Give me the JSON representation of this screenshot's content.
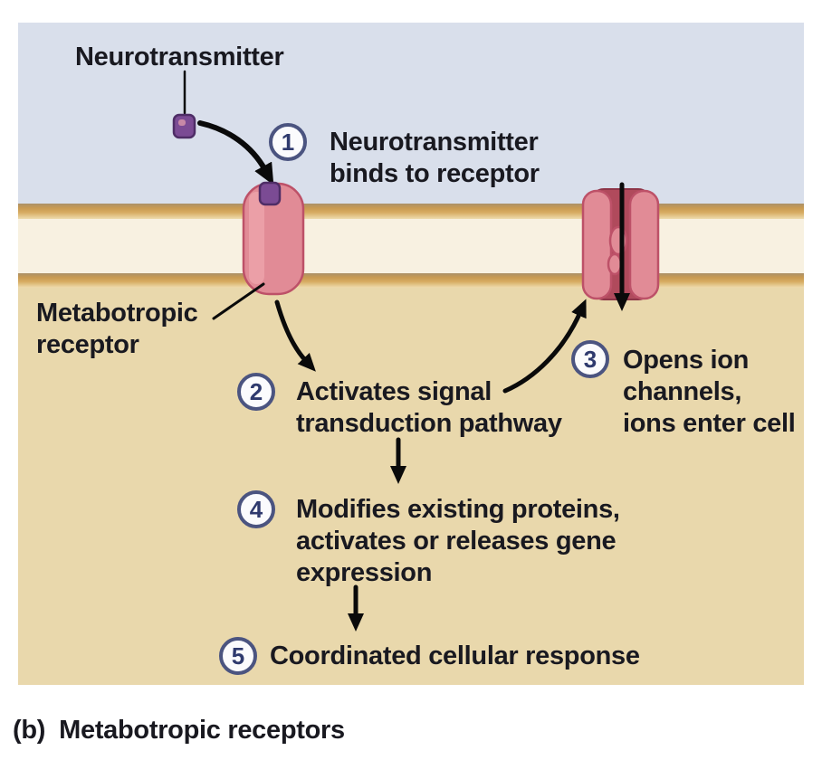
{
  "figure": {
    "caption": {
      "prefix": "(b)",
      "title": "Metabotropic receptors"
    }
  },
  "labels": {
    "neurotransmitter": "Neurotransmitter",
    "receptor": "Metabotropic\nreceptor"
  },
  "steps": [
    {
      "num": "1",
      "text": "Neurotransmitter\nbinds to receptor"
    },
    {
      "num": "2",
      "text": "Activates signal\ntransduction pathway"
    },
    {
      "num": "3",
      "text": "Opens ion\nchannels,\nions enter cell"
    },
    {
      "num": "4",
      "text": "Modifies existing proteins,\nactivates or releases gene\nexpression"
    },
    {
      "num": "5",
      "text": "Coordinated cellular response"
    }
  ],
  "icons": {
    "neurotransmitter_molecule": "purple-rounded-square",
    "metabotropic_receptor": "pink-capsule-spanning-membrane",
    "ion_channel": "pink-double-lobe-channel-with-pore",
    "flow_arrows": "black-curved-and-straight-arrows"
  },
  "colors": {
    "page_bg": "#ffffff",
    "extracellular_bg": "#d9dfeb",
    "cream_band": "#f8f1e1",
    "intracellular_bg": "#e9d8ac",
    "stripe_dark": "#ab9168",
    "stripe_gold": "#c99a52",
    "stripe_mid": "#d7ac62",
    "stripe_pale": "#eedcae",
    "receptor_pink": "#e18b96",
    "receptor_edge": "#bd5168",
    "receptor_highlight": "#efaab1",
    "channel_dark": "#b04a5c",
    "channel_edge": "#8e3548",
    "molecule_purple": "#7b4b94",
    "molecule_edge": "#4e2d66",
    "circle_ring": "#4b5480",
    "circle_fill": "#fbfbfd",
    "circle_number": "#2f3a6e",
    "text": "#191920",
    "arrow": "#0a0a0a"
  }
}
